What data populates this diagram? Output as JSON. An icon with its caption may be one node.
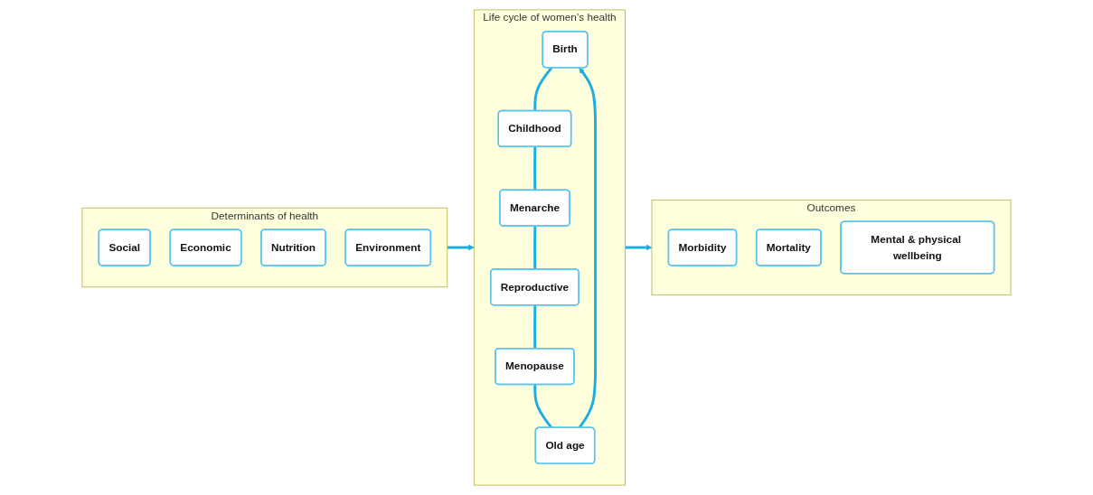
{
  "diagram": {
    "nodes": [
      {
        "text": [
          "Determinants of health"
        ]
      },
      {
        "text": [
          "Social"
        ],
        "in": 0
      },
      {
        "text": [
          "Economic"
        ],
        "in": 0
      },
      {
        "text": [
          "Nutrition"
        ],
        "in": 0
      },
      {
        "text": [
          "Environment"
        ],
        "in": 0
      },
      {
        "text": [
          "Life cycle of women’s health"
        ]
      },
      {
        "text": [
          "Birth"
        ],
        "in": 5
      },
      {
        "text": [
          "Childhood"
        ],
        "in": 5
      },
      {
        "text": [
          "Menarche"
        ],
        "in": 5
      },
      {
        "text": [
          "Reproductive"
        ],
        "in": 5
      },
      {
        "text": [
          "Menopause"
        ],
        "in": 5
      },
      {
        "text": [
          "Old age"
        ],
        "in": 5
      },
      {
        "text": [
          "Outcomes"
        ]
      },
      {
        "text": [
          "Morbidity"
        ],
        "in": 12
      },
      {
        "text": [
          "Mortality"
        ],
        "in": 12
      },
      {
        "text": [
          "Mental & physical wellbeing"
        ],
        "in": 12
      }
    ],
    "edges": [
      {
        "from": 0,
        "to": 5,
        "arrow": "to"
      },
      {
        "from": 5,
        "to": 12,
        "arrow": "to"
      },
      {
        "from": 6,
        "to": 7,
        "arrow": "none"
      },
      {
        "from": 7,
        "to": 8,
        "arrow": "none"
      },
      {
        "from": 8,
        "to": 9,
        "arrow": "none"
      },
      {
        "from": 9,
        "to": 10,
        "arrow": "none"
      },
      {
        "from": 10,
        "to": 11,
        "arrow": "none"
      },
      {
        "from": 11,
        "to": 6,
        "arrow": "to"
      }
    ]
  }
}
